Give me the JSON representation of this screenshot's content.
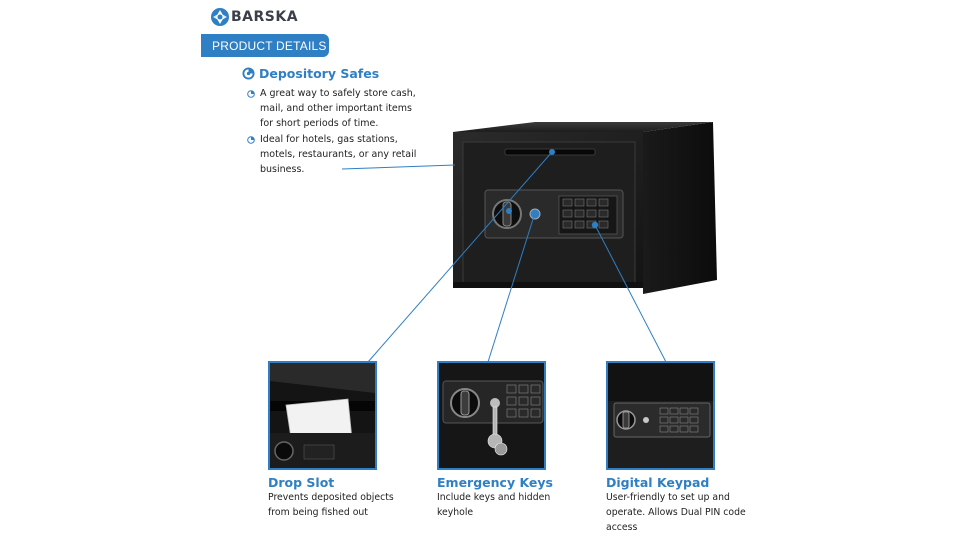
{
  "brand": {
    "name": "BARSKA",
    "color": "#2f7fc4",
    "text_color": "#3a3f4a"
  },
  "badge": {
    "label": "PRODUCT DETAILS"
  },
  "intro": {
    "heading": "Depository Safes",
    "bullets": [
      {
        "text": "A great way to safely store cash, mail, and other important items for short periods of time."
      },
      {
        "text": "Ideal for hotels, gas stations, motels, restaurants, or any retail business."
      }
    ]
  },
  "features": [
    {
      "title": "Drop Slot",
      "description": "Prevents deposited objects from being fished out"
    },
    {
      "title": "Emergency Keys",
      "description": "Include keys and hidden keyhole"
    },
    {
      "title": "Digital Keypad",
      "description": "User-friendly to set up and operate. Allows Dual PIN code access"
    }
  ],
  "icons": {
    "brand_mark": "barska-logo-icon",
    "heading_bullet": "blue-swirl-icon",
    "list_bullet": "blue-dot-icon"
  }
}
